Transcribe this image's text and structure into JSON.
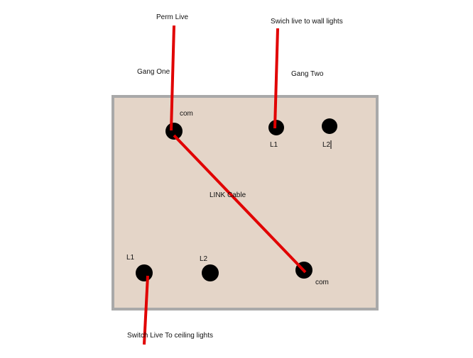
{
  "labels": {
    "perm_live": "Perm Live",
    "switch_live_wall": "Swich live to wall lights",
    "gang_one": "Gang One",
    "gang_two": "Gang Two",
    "com_top": "com",
    "l1_top": "L1",
    "l2_top": "L2",
    "link_cable": "LINK Cable",
    "l1_bottom": "L1",
    "l2_bottom": "L2",
    "com_bottom": "com",
    "switch_live_ceiling": "Switch Live To ceiling lights"
  },
  "colors": {
    "plate_fill": "#e4d5c8",
    "plate_border": "#a9a9a9",
    "wire": "#e10000",
    "terminal": "#000000",
    "text": "#111111"
  }
}
